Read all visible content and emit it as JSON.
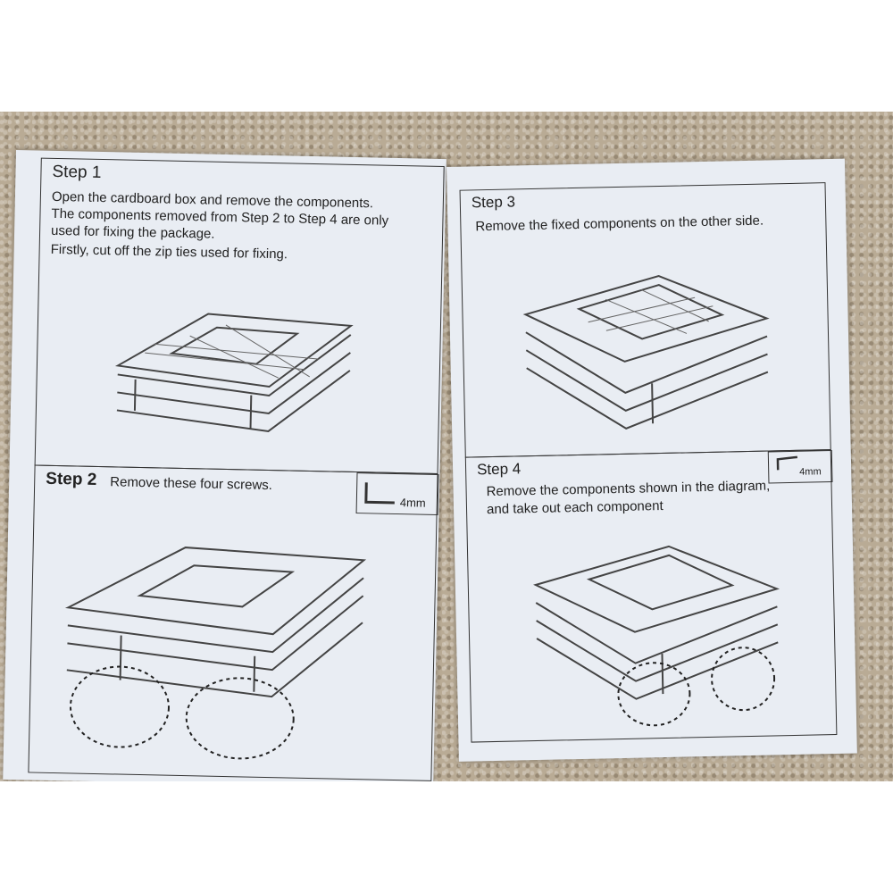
{
  "step1": {
    "title": "Step 1",
    "lines": [
      "Open the cardboard box and remove the components.",
      "The components removed from Step 2 to Step 4 are only",
      "used for fixing the package.",
      "Firstly, cut off the zip ties used for fixing."
    ]
  },
  "step2": {
    "title": "Step 2",
    "instruction": "Remove these four screws.",
    "tool": "4mm"
  },
  "step3": {
    "title": "Step 3",
    "instruction": "Remove the fixed components on the other side."
  },
  "step4": {
    "title": "Step 4",
    "lines": [
      "Remove the components shown in the diagram,",
      "and take out each component"
    ],
    "tool": "4mm"
  }
}
